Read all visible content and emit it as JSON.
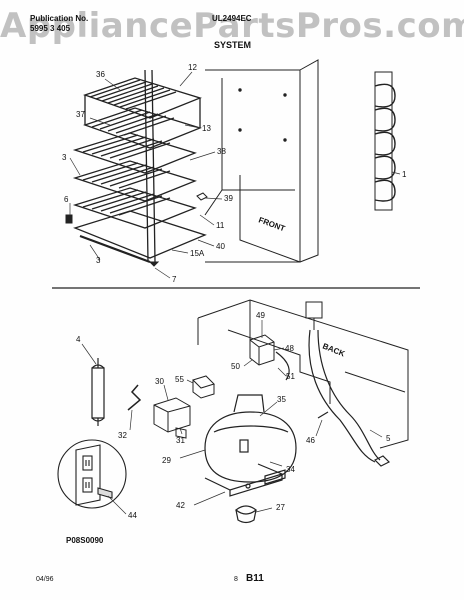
{
  "watermark": "AppliancePartsPros.com",
  "header": {
    "publication_label": "Publication No.",
    "publication_number": "5995 3 405",
    "model": "UL2494EC",
    "section": "SYSTEM"
  },
  "top_diagram": {
    "labels": [
      "36",
      "12",
      "37",
      "13",
      "38",
      "3",
      "39",
      "6",
      "11",
      "40",
      "15A",
      "3",
      "7",
      "1"
    ],
    "front_label": "FRONT"
  },
  "bottom_diagram": {
    "labels": [
      "4",
      "49",
      "48",
      "50",
      "51",
      "55",
      "30",
      "35",
      "32",
      "31",
      "46",
      "29",
      "34",
      "5",
      "42",
      "27",
      "44"
    ],
    "back_label": "BACK"
  },
  "footer": {
    "figure_code": "P08S0090",
    "date": "04/96",
    "page_number": "8",
    "page_code": "B11"
  }
}
